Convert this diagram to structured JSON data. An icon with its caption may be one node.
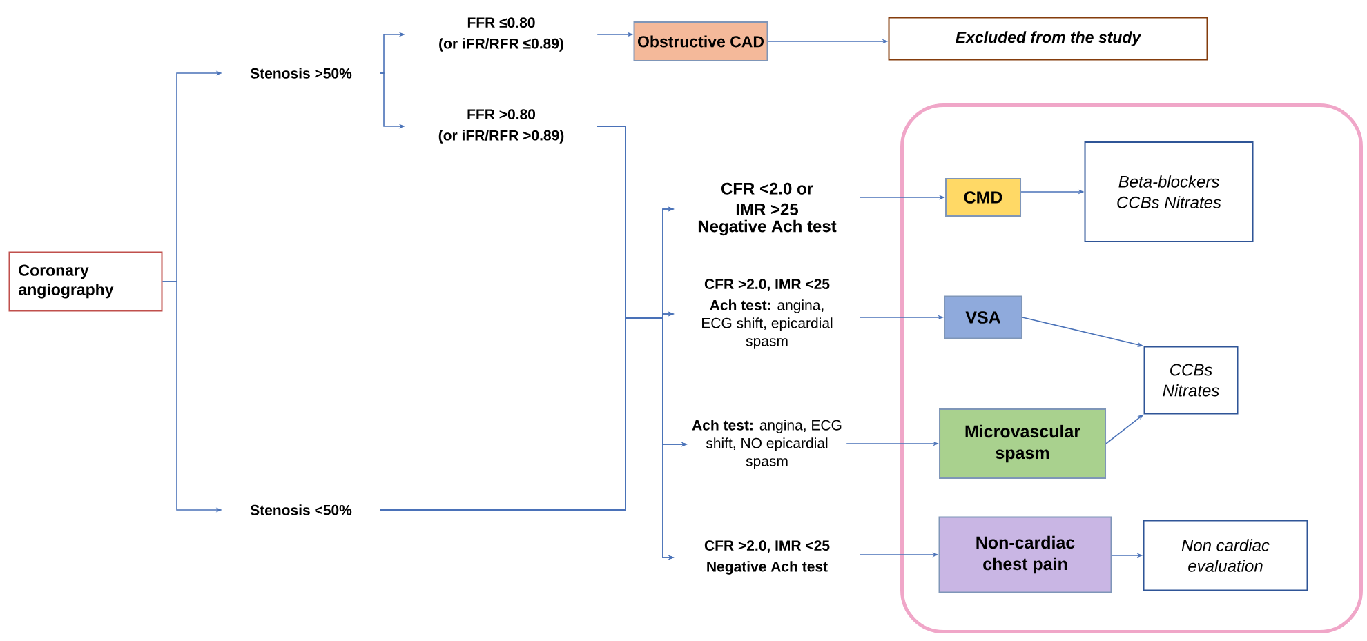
{
  "diagram": {
    "nodes": [
      {
        "text": [
          "Coronary angiography"
        ]
      },
      {
        "text": [
          "Stenosis >50%"
        ]
      },
      {
        "text": [
          "Stenosis <50%"
        ]
      },
      {
        "text": [
          "FFR ≤0.80",
          "(or iFR/RFR ≤0.89)"
        ]
      },
      {
        "text": [
          "FFR >0.80",
          "(or iFR/RFR >0.89)"
        ]
      },
      {
        "text": [
          "Obstructive CAD"
        ]
      },
      {
        "text": [
          "Excluded from the study"
        ]
      },
      {
        "text": [
          "CFR <2.0 or IMR >25",
          "Negative Ach test"
        ]
      },
      {
        "text": [
          "CFR >2.0,  IMR <25",
          "**Ach test:** angina, ECG shift, epicardial spasm"
        ]
      },
      {
        "text": [
          "**Ach test:** angina, ECG shift, NO epicardial spasm"
        ]
      },
      {
        "text": [
          "CFR >2.0, IMR <25",
          "Negative Ach test"
        ]
      },
      {
        "text": [],
        "shape": "box"
      },
      {
        "text": [
          "CMD"
        ],
        "in": 11
      },
      {
        "text": [
          "Beta-blockers CCBs Nitrates"
        ],
        "in": 11
      },
      {
        "text": [
          "VSA"
        ],
        "in": 11
      },
      {
        "text": [
          "CCBs Nitrates"
        ],
        "in": 11
      },
      {
        "text": [
          "Microvascular spasm"
        ],
        "in": 11
      },
      {
        "text": [
          "Non-cardiac chest pain"
        ],
        "in": 11
      },
      {
        "text": [
          "Non cardiac evaluation"
        ],
        "in": 11
      }
    ],
    "edges": [
      {
        "from": 0,
        "to": 1,
        "arrow": "to"
      },
      {
        "from": 0,
        "to": 2,
        "arrow": "to"
      },
      {
        "from": 1,
        "to": 3,
        "arrow": "to"
      },
      {
        "from": 1,
        "to": 4,
        "arrow": "to"
      },
      {
        "from": 3,
        "to": 5,
        "arrow": "to"
      },
      {
        "from": 5,
        "to": 6,
        "arrow": "to"
      },
      {
        "from": 4,
        "to": 7,
        "arrow": "to"
      },
      {
        "from": 4,
        "to": 8,
        "arrow": "to"
      },
      {
        "from": 4,
        "to": 9,
        "arrow": "to"
      },
      {
        "from": 4,
        "to": 10,
        "arrow": "to"
      },
      {
        "from": 2,
        "to": 7,
        "arrow": "to"
      },
      {
        "from": 2,
        "to": 8,
        "arrow": "to"
      },
      {
        "from": 2,
        "to": 9,
        "arrow": "to"
      },
      {
        "from": 2,
        "to": 10,
        "arrow": "to"
      },
      {
        "from": 7,
        "to": 12,
        "arrow": "to"
      },
      {
        "from": 12,
        "to": 13,
        "arrow": "to"
      },
      {
        "from": 8,
        "to": 14,
        "arrow": "to"
      },
      {
        "from": 14,
        "to": 15,
        "arrow": "to"
      },
      {
        "from": 9,
        "to": 16,
        "arrow": "to"
      },
      {
        "from": 16,
        "to": 15,
        "arrow": "to"
      },
      {
        "from": 10,
        "to": 17,
        "arrow": "to"
      },
      {
        "from": 17,
        "to": 18,
        "arrow": "to"
      }
    ]
  }
}
